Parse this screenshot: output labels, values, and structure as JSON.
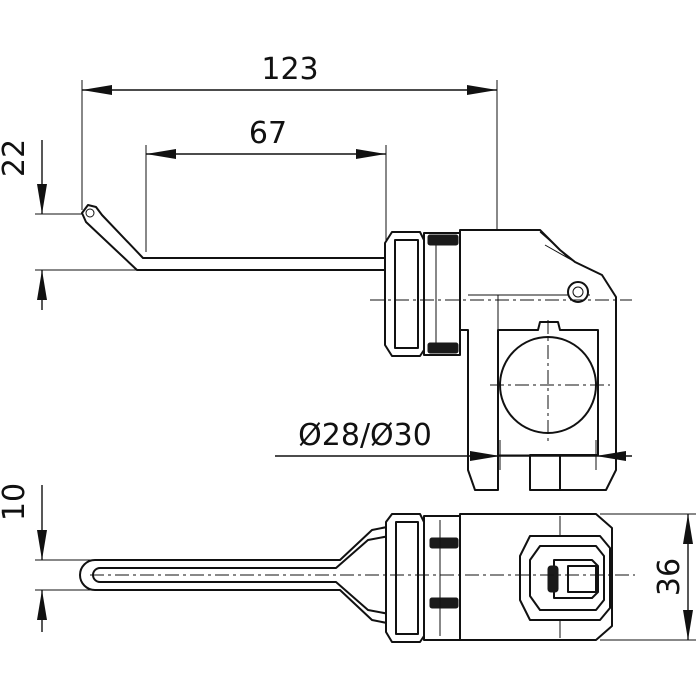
{
  "dimensions": {
    "overall_length": "123",
    "lever_length": "67",
    "lever_offset": "22",
    "tube_diameter": "Ø28/Ø30",
    "lever_thickness": "10",
    "body_width": "36"
  }
}
